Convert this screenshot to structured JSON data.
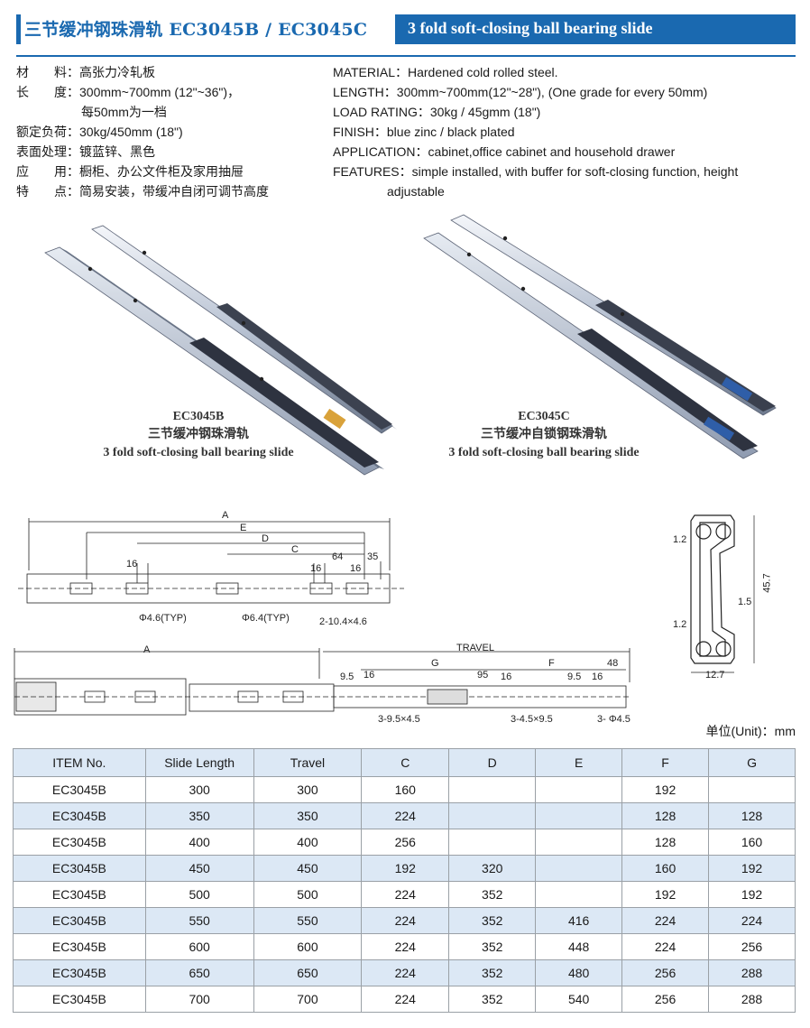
{
  "header": {
    "title_cn": "三节缓冲钢珠滑轨 EC3045B / EC3045C",
    "title_en": "3 fold soft-closing ball bearing slide"
  },
  "specs_cn": [
    {
      "label": "材　　料：",
      "value": "高张力冷轧板"
    },
    {
      "label": "长　　度：",
      "value": "300mm~700mm (12\"~36\")，"
    },
    {
      "label": "",
      "value": "每50mm为一档"
    },
    {
      "label": "额定负荷：",
      "value": "30kg/450mm (18\")"
    },
    {
      "label": "表面处理：",
      "value": "镀蓝锌、黑色"
    },
    {
      "label": "应　　用：",
      "value": "橱柜、办公文件柜及家用抽屉"
    },
    {
      "label": "特　　点：",
      "value": "简易安装，带缓冲自闭可调节高度"
    }
  ],
  "specs_en": [
    {
      "label": "MATERIAL：",
      "value": "Hardened cold rolled steel."
    },
    {
      "label": "LENGTH：",
      "value": "300mm~700mm(12\"~28\"), (One grade for every 50mm)"
    },
    {
      "label": "LOAD RATING：",
      "value": "30kg / 45gmm (18\")"
    },
    {
      "label": "FINISH：",
      "value": "blue zinc / black plated"
    },
    {
      "label": "APPLICATION：",
      "value": "cabinet,office cabinet and household drawer"
    },
    {
      "label": "FEATURES：",
      "value": "simple installed, with buffer for soft-closing function, height"
    },
    {
      "label": "",
      "value": "adjustable"
    }
  ],
  "products": [
    {
      "model": "EC3045B",
      "name_cn": "三节缓冲钢珠滑轨",
      "name_en": "3 fold soft-closing ball bearing slide"
    },
    {
      "model": "EC3045C",
      "name_cn": "三节缓冲自锁钢珠滑轨",
      "name_en": "3 fold soft-closing ball bearing slide"
    }
  ],
  "drawing1": {
    "A": "A",
    "E": "E",
    "D": "D",
    "C": "C",
    "d64": "64",
    "d35": "35",
    "d16a": "16",
    "d16b": "16",
    "d16c": "16",
    "hole1": "Φ4.6(TYP)",
    "hole2": "Φ6.4(TYP)",
    "slot": "2-10.4×4.6"
  },
  "drawing2": {
    "A": "A",
    "travel": "TRAVEL",
    "G": "G",
    "F": "F",
    "d48": "48",
    "d95a": "9.5",
    "d16a": "16",
    "d95b": "95",
    "d16b": "16",
    "d95c": "9.5",
    "d16c": "16",
    "slot1": "3-9.5×4.5",
    "slot2": "3-4.5×9.5",
    "hole": "3- Φ4.5"
  },
  "profile": {
    "d12a": "1.2",
    "d12b": "1.2",
    "d15": "1.5",
    "d457": "45.7",
    "d127": "12.7"
  },
  "unit": "单位(Unit)：mm",
  "table": {
    "headers": [
      "ITEM No.",
      "Slide Length",
      "Travel",
      "C",
      "D",
      "E",
      "F",
      "G"
    ],
    "rows": [
      [
        "EC3045B",
        "300",
        "300",
        "160",
        "",
        "",
        "192",
        ""
      ],
      [
        "EC3045B",
        "350",
        "350",
        "224",
        "",
        "",
        "128",
        "128"
      ],
      [
        "EC3045B",
        "400",
        "400",
        "256",
        "",
        "",
        "128",
        "160"
      ],
      [
        "EC3045B",
        "450",
        "450",
        "192",
        "320",
        "",
        "160",
        "192"
      ],
      [
        "EC3045B",
        "500",
        "500",
        "224",
        "352",
        "",
        "192",
        "192"
      ],
      [
        "EC3045B",
        "550",
        "550",
        "224",
        "352",
        "416",
        "224",
        "224"
      ],
      [
        "EC3045B",
        "600",
        "600",
        "224",
        "352",
        "448",
        "224",
        "256"
      ],
      [
        "EC3045B",
        "650",
        "650",
        "224",
        "352",
        "480",
        "256",
        "288"
      ],
      [
        "EC3045B",
        "700",
        "700",
        "224",
        "352",
        "540",
        "256",
        "288"
      ]
    ]
  },
  "colors": {
    "brand_blue": "#1a69b0",
    "table_stripe": "#dce8f5"
  }
}
